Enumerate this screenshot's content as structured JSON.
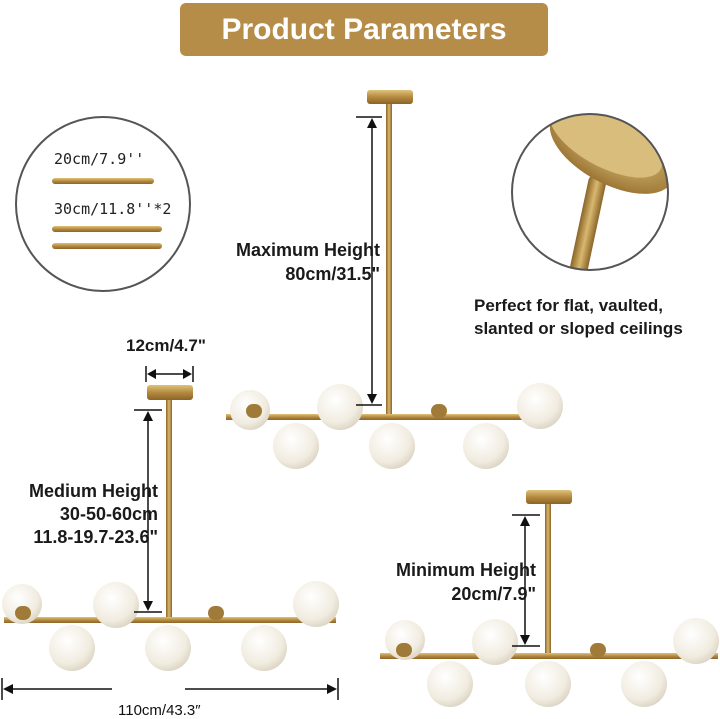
{
  "title": "Product Parameters",
  "rods": {
    "short_label": "20cm/7.9''",
    "long_label": "30cm/11.8''*2"
  },
  "ceilings_note": {
    "line1": "Perfect for flat, vaulted,",
    "line2": "slanted or sloped ceilings"
  },
  "max_height": {
    "line1": "Maximum Height",
    "line2": "80cm/31.5\""
  },
  "canopy_width": "12cm/4.7\"",
  "medium_height": {
    "line1": "Medium Height",
    "line2": "30-50-60cm",
    "line3": "11.8-19.7-23.6\""
  },
  "min_height": {
    "line1": "Minimum Height",
    "line2": "20cm/7.9\""
  },
  "total_width": "110cm/43.3″",
  "colors": {
    "banner": "#b68d48",
    "brass": "#b89048",
    "globe": "#f3efe6"
  }
}
